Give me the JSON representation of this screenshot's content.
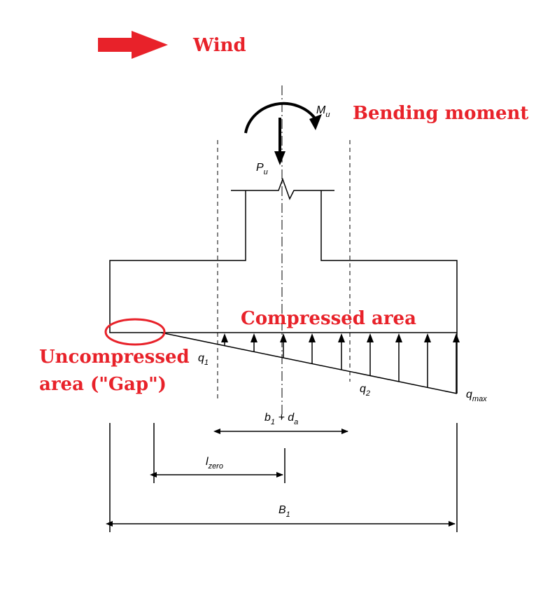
{
  "colors": {
    "accent_red": "#e8222a",
    "ink": "#000000"
  },
  "labels": {
    "wind": "Wind",
    "bending_moment": "Bending moment",
    "compressed_area": "Compressed area",
    "uncompressed_line1": "Uncompressed",
    "uncompressed_line2": "area (\"Gap\")"
  },
  "symbols": {
    "Mu": {
      "base": "M",
      "sub": "u"
    },
    "Pu": {
      "base": "P",
      "sub": "u"
    },
    "q1": {
      "base": "q",
      "sub": "1"
    },
    "q2": {
      "base": "q",
      "sub": "2"
    },
    "qmax": {
      "base": "q",
      "sub": "max"
    },
    "b1da": {
      "b": "b",
      "b_sub": "1",
      "plus": " + ",
      "d": "d",
      "d_sub": "a"
    },
    "lzero": {
      "base": "l",
      "sub": "zero"
    },
    "B1": {
      "base": "B",
      "sub": "1"
    }
  }
}
